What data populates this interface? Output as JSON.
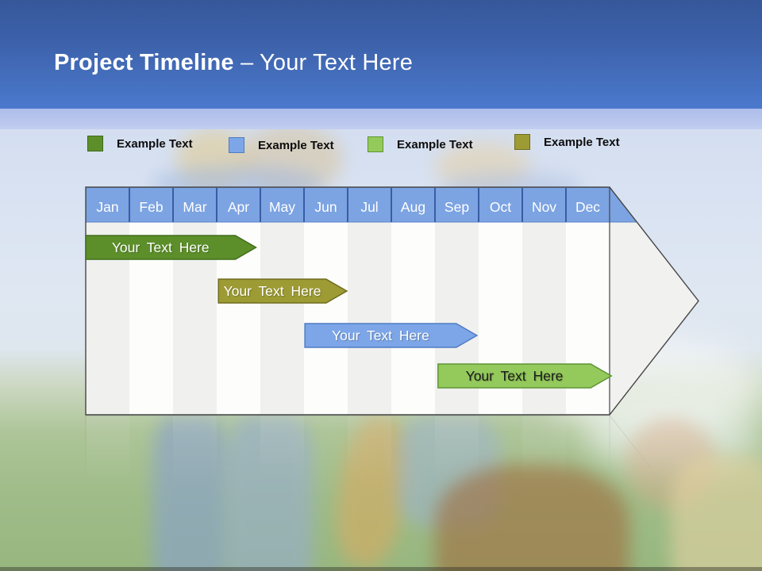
{
  "slide": {
    "title_bold": "Project Timeline",
    "title_rest": " – Your Text Here"
  },
  "legend": {
    "items": [
      {
        "label": "Example Text",
        "swatch": "dark-green",
        "color": "#5C8F29",
        "border": "#3E6A1B"
      },
      {
        "label": "Example Text",
        "swatch": "blue",
        "color": "#7CA6E8",
        "border": "#4E7CC4"
      },
      {
        "label": "Example Text",
        "swatch": "light-green",
        "color": "#94CA5C",
        "border": "#5F9434"
      },
      {
        "label": "Example Text",
        "swatch": "olive",
        "color": "#9D9B33",
        "border": "#6F6D1F"
      }
    ]
  },
  "timeline": {
    "months": [
      "Jan",
      "Feb",
      "Mar",
      "Apr",
      "May",
      "Jun",
      "Jul",
      "Aug",
      "Sep",
      "Oct",
      "Nov",
      "Dec"
    ],
    "header_color": "#7CA3E2",
    "header_divider_color": "#3A5CA4",
    "stripe_color": "#F0F0EE",
    "arrowhead_fill": "#F1F1EF",
    "outline_color": "#454545",
    "bars": [
      {
        "label": "Your Text Here",
        "span": "Jan–Apr",
        "start": 0.0,
        "end": 3.9,
        "row": 0,
        "color": "#5C8F29",
        "border": "#416E1C",
        "text_color": "#FFFFFF"
      },
      {
        "label": "Your Text Here",
        "span": "Apr–Jun",
        "start": 3.04,
        "end": 5.98,
        "row": 1,
        "color": "#9D9B33",
        "border": "#6F6D1F",
        "text_color": "#FFFFFF"
      },
      {
        "label": "Your Text Here",
        "span": "Jun–Sep",
        "start": 5.02,
        "end": 8.96,
        "row": 2,
        "color": "#7CA6E8",
        "border": "#4E7CC4",
        "text_color": "#FFFFFF"
      },
      {
        "label": "Your Text Here",
        "span": "Sep–Dec",
        "start": 8.07,
        "end": 12.04,
        "row": 3,
        "color": "#94CA5C",
        "border": "#5F9434",
        "text_color": "#1C1C1C"
      }
    ]
  }
}
